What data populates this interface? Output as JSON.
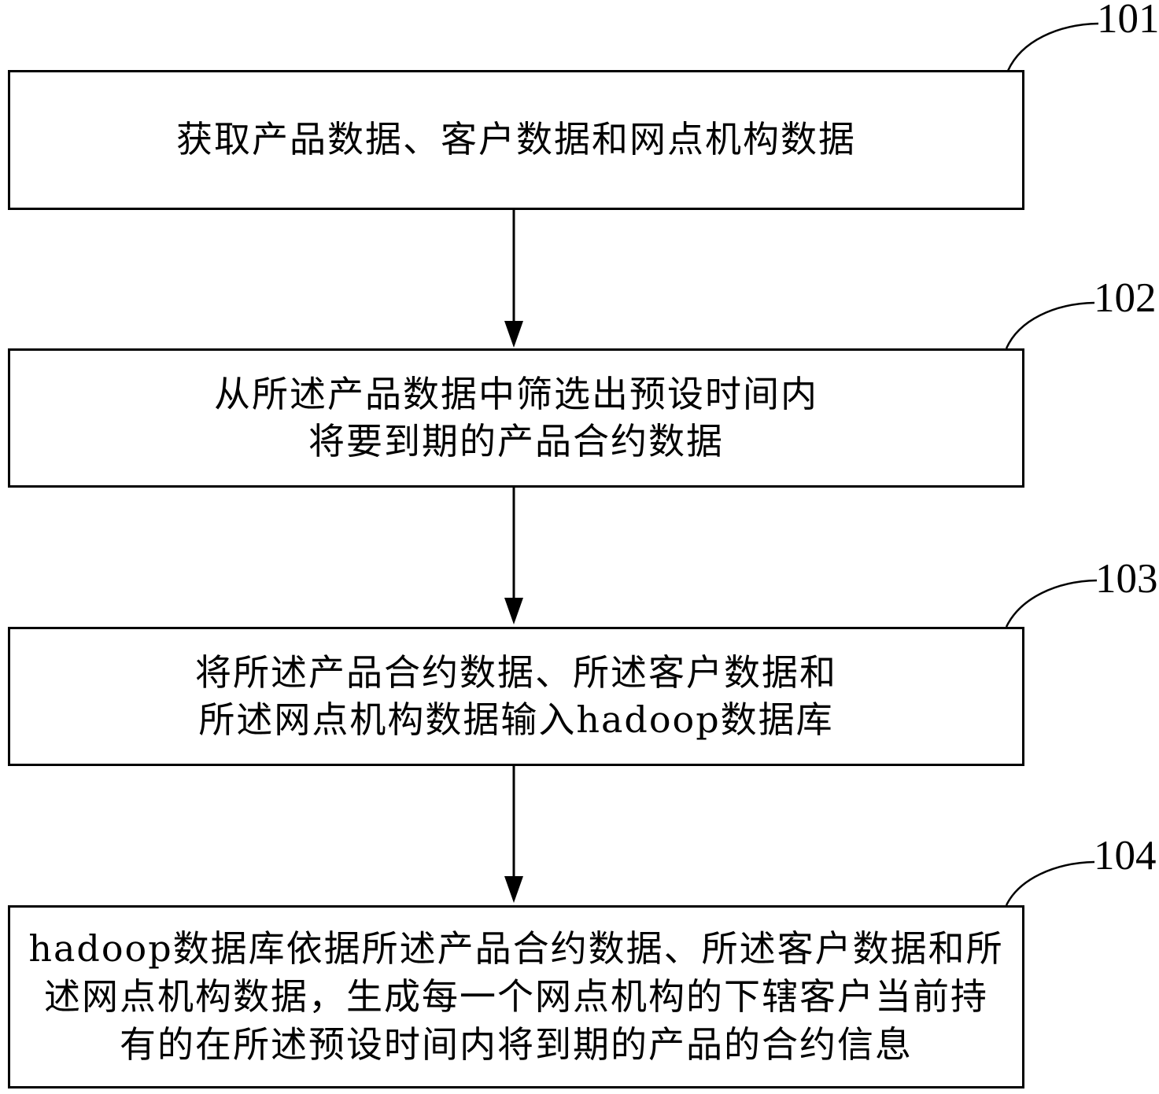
{
  "figure": {
    "type": "flowchart",
    "colors": {
      "background": "#ffffff",
      "line": "#000000",
      "text": "#000000"
    },
    "boxes": [
      {
        "ref": "101",
        "lines": [
          "获取产品数据、客户数据和网点机构数据"
        ]
      },
      {
        "ref": "102",
        "lines": [
          "从所述产品数据中筛选出预设时间内",
          "将要到期的产品合约数据"
        ]
      },
      {
        "ref": "103",
        "lines": [
          "将所述产品合约数据、所述客户数据和",
          "所述网点机构数据输入hadoop数据库"
        ]
      },
      {
        "ref": "104",
        "lines": [
          "hadoop数据库依据所述产品合约数据、所述客户数据和所",
          "述网点机构数据，生成每一个网点机构的下辖客户当前持",
          "有的在所述预设时间内将到期的产品的合约信息"
        ]
      }
    ]
  }
}
